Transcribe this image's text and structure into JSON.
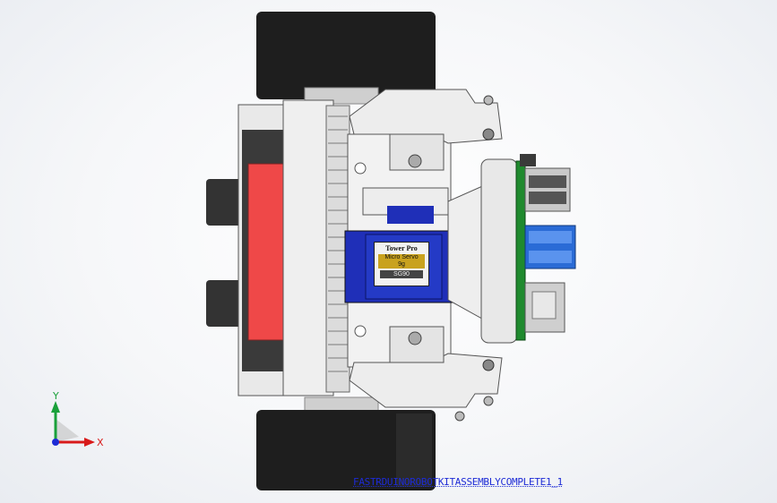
{
  "viewport": {
    "background": "#f3f5f8"
  },
  "colors": {
    "wheel": "#1e1e1e",
    "frame": "#e9e9e9",
    "frame_edge": "#555555",
    "battery_red": "#ef4848",
    "servo_blue": "#1f2fb8",
    "servo_label": "#c9a21e",
    "pcb_green": "#1f8a2e",
    "usb_blue": "#2a6bd6",
    "ethernet": "#cfcfcf"
  },
  "servo_label": {
    "line1": "Tower Pro",
    "line2": "Micro Servo",
    "line3": "9g",
    "line4": "SG90"
  },
  "triad": {
    "x_label": "X",
    "y_label": "Y",
    "x_color": "#d81a1a",
    "y_color": "#19a03a",
    "z_color": "#1d2bd6"
  },
  "model_name": "FASTRDUINOROBOTKITASSEMBLYCOMPLETE1_1"
}
